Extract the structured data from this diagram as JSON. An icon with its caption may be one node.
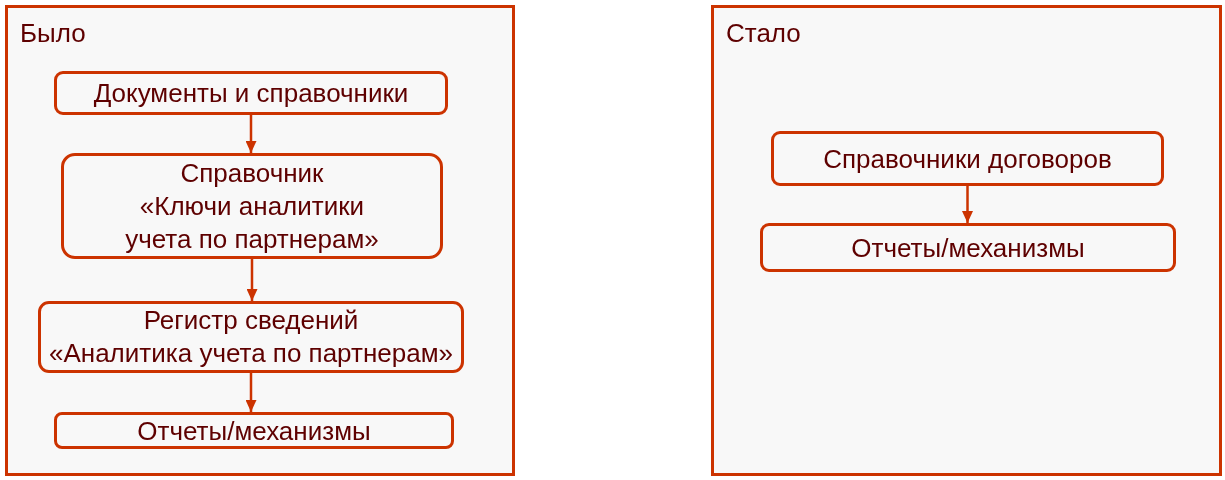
{
  "diagram": {
    "nodes": [
      {
        "text": [
          "Было"
        ]
      },
      {
        "text": [
          "Документы и справочники"
        ],
        "in": 0
      },
      {
        "text": [
          "Справочник",
          "«Ключи аналитики учета по партнерам»"
        ],
        "in": 0
      },
      {
        "text": [
          "Регистр сведений",
          "«Аналитика учета по партнерам»"
        ],
        "in": 0
      },
      {
        "text": [
          "Отчеты/механизмы"
        ],
        "in": 0
      },
      {
        "text": [
          "Стало"
        ]
      },
      {
        "text": [
          "Справочники договоров"
        ],
        "in": 5
      },
      {
        "text": [
          "Отчеты/механизмы"
        ],
        "in": 5
      }
    ],
    "edges": [
      {
        "from": 1,
        "to": 2,
        "arrow": "to"
      },
      {
        "from": 2,
        "to": 3,
        "arrow": "to"
      },
      {
        "from": 3,
        "to": 4,
        "arrow": "to"
      },
      {
        "from": 6,
        "to": 7,
        "arrow": "to"
      }
    ]
  }
}
